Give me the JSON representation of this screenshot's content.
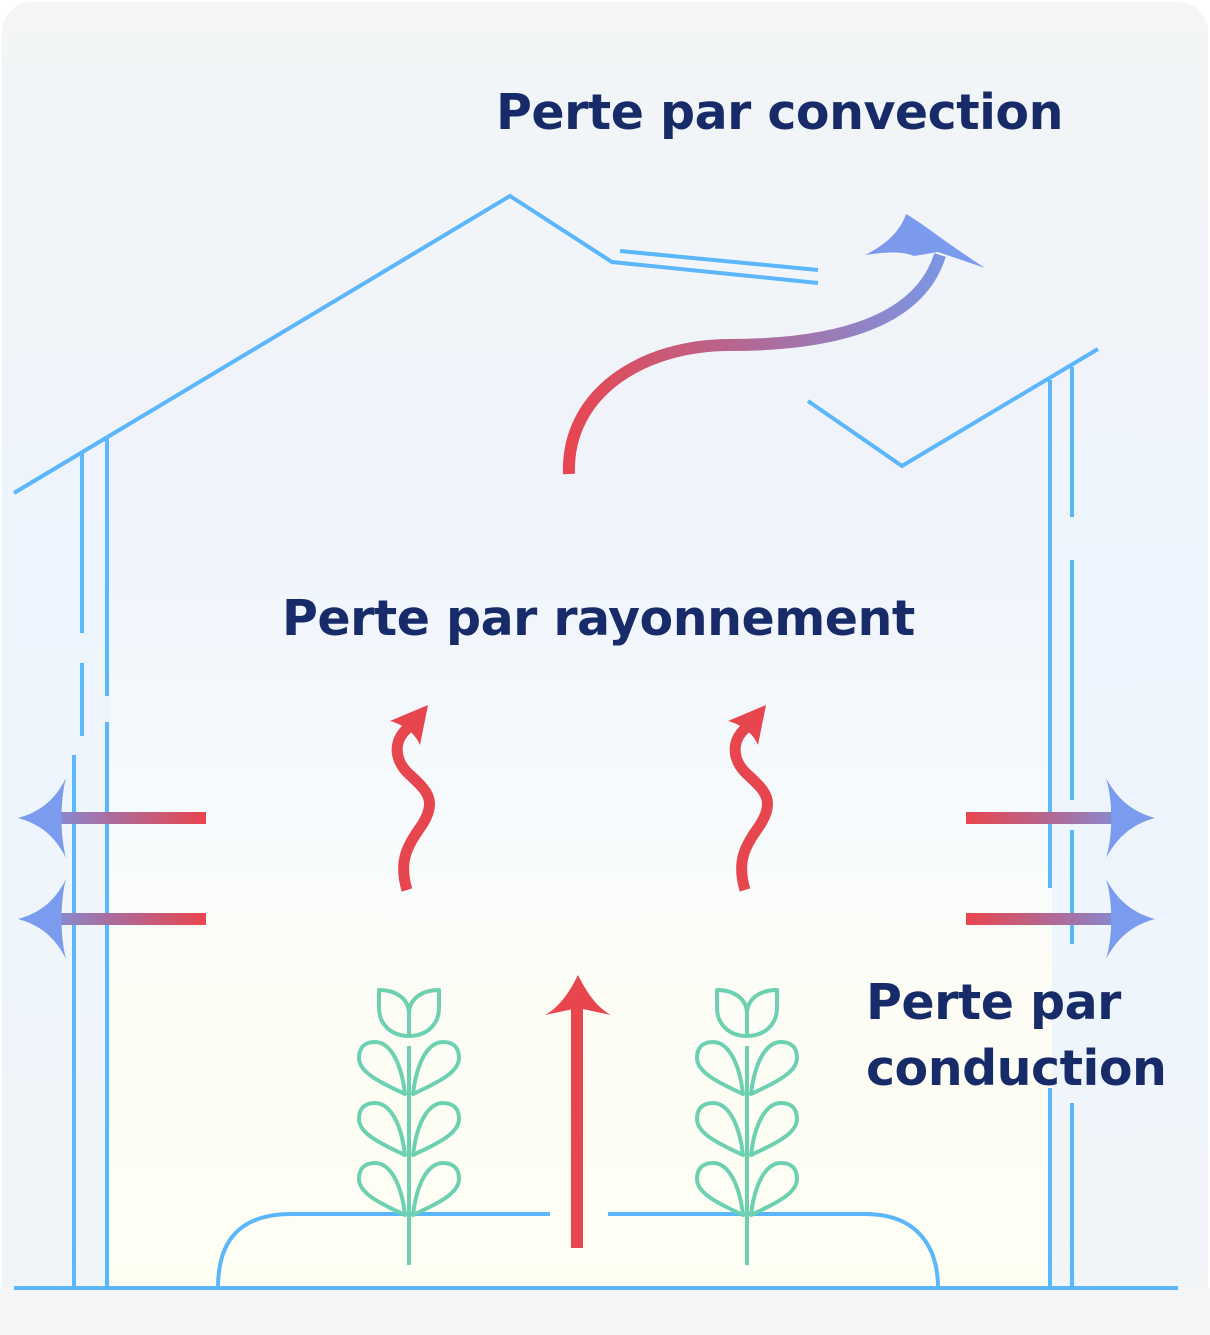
{
  "diagram": {
    "title": "Pertes de chaleur d'une serre",
    "labels": {
      "convection": "Perte par convection",
      "rayonnement": "Perte par rayonnement",
      "conduction_line1": "Perte par",
      "conduction_line2": "conduction"
    },
    "icons": {
      "convection_arrow": "curved-arrow-up-right-icon",
      "radiation_arrows": "wavy-arrow-up-icon",
      "conduction_arrows": "horizontal-arrow-icon",
      "heat_rise_arrow": "arrow-up-icon",
      "plants": "plant-sprout-icon",
      "greenhouse": "greenhouse-outline"
    },
    "colors": {
      "text": "#172b69",
      "structure": "#5bb6fb",
      "heat_hot": "#e8464f",
      "heat_cold": "#6f9ff5",
      "plant": "#6dd1b1",
      "background_top": "#f3f5f6",
      "background_bottom": "#fefef3"
    }
  }
}
